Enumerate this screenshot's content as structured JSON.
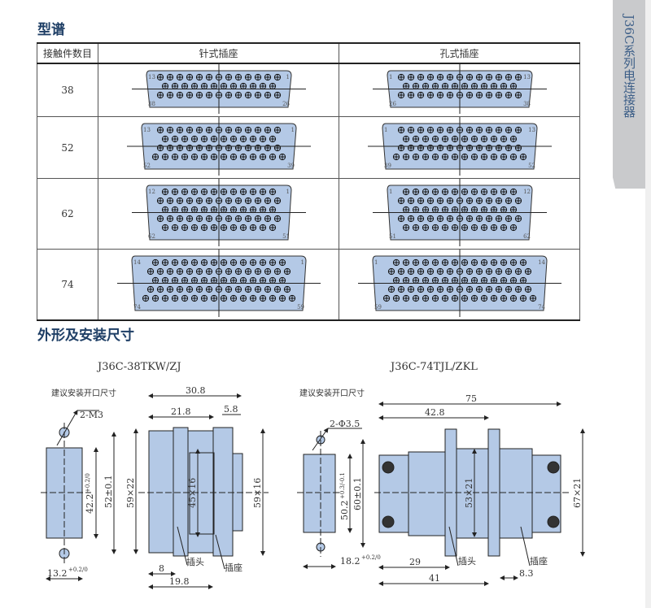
{
  "side_tab": {
    "title": "J36C系列电连接器"
  },
  "section1": {
    "title": "型谱"
  },
  "table": {
    "headers": [
      "接触件数目",
      "针式插座",
      "孔式插座"
    ],
    "rows": [
      {
        "count": "38",
        "rows": [
          13,
          12,
          13
        ],
        "pin_labels": [
          "13",
          "1",
          "38",
          "26"
        ],
        "socket_labels": [
          "1",
          "13",
          "26",
          "38"
        ]
      },
      {
        "count": "52",
        "rows": [
          13,
          12,
          13,
          14
        ],
        "pin_labels": [
          "13",
          "1",
          "52",
          "39"
        ],
        "socket_labels": [
          "1",
          "13",
          "39",
          "52"
        ]
      },
      {
        "count": "62",
        "rows": [
          12,
          13,
          12,
          13,
          12
        ],
        "pin_labels": [
          "12",
          "1",
          "62",
          "51"
        ],
        "socket_labels": [
          "1",
          "12",
          "51",
          "62"
        ]
      },
      {
        "count": "74",
        "rows": [
          14,
          15,
          14,
          15,
          16
        ],
        "pin_labels": [
          "14",
          "1",
          "74",
          "59"
        ],
        "socket_labels": [
          "1",
          "14",
          "59",
          "74"
        ]
      }
    ]
  },
  "section2": {
    "title": "外形及安装尺寸"
  },
  "drawing1": {
    "title": "J36C-38TKW/ZJ",
    "cutout_label": "建议安装开口尺寸",
    "hole": "2-M3",
    "d_cut_h": "42.2",
    "d_cut_tol": "+0.2/0",
    "d_hole_pitch": "52±0.1",
    "d_cut_w": "13.2",
    "d_w_tol": "+0.2/0",
    "d_30_8": "30.8",
    "d_21_8": "21.8",
    "d_5_8": "5.8",
    "d_59x22": "59×22",
    "d_45x16": "45×16",
    "d_59x16": "59×16",
    "d_8": "8",
    "d_19_8": "19.8",
    "plug": "插头",
    "socket": "插座"
  },
  "drawing2": {
    "title": "J36C-74TJL/ZKL",
    "cutout_label": "建议安装开口尺寸",
    "hole": "2-Φ3.5",
    "d_cut_h": "50.2",
    "d_cut_tol": "+0.3/-0.1",
    "d_hole_pitch": "60±0.1",
    "d_cut_w": "18.2",
    "d_w_tol": "+0.2/0",
    "d_75": "75",
    "d_42_8": "42.8",
    "d_53x21": "53×21",
    "d_67x21": "67×21",
    "d_29": "29",
    "d_41": "41",
    "d_8_3": "8.3",
    "plug": "插头",
    "socket": "插座"
  },
  "colors": {
    "fill": "#b4c9e6",
    "title": "#1f3f66"
  }
}
